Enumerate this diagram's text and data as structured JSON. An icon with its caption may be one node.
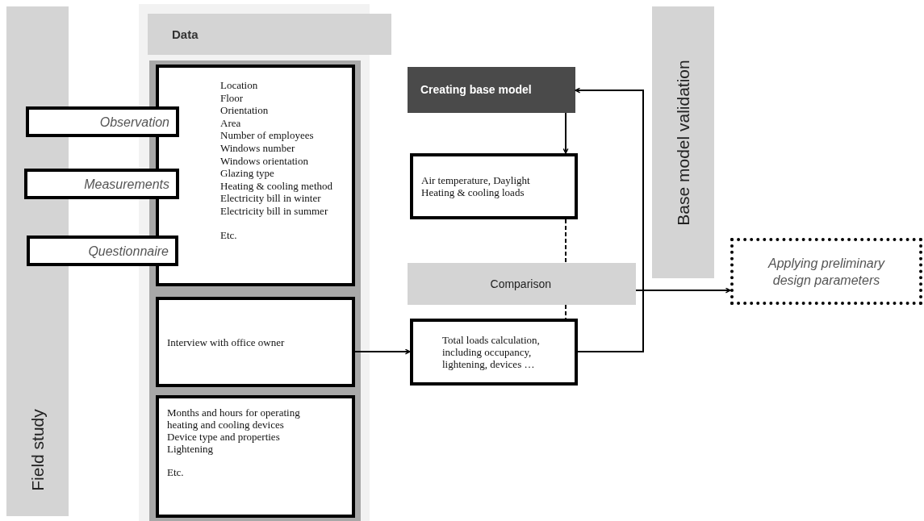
{
  "diagram": {
    "nodes": [
      {
        "text": [
          "Field study"
        ]
      },
      {
        "text": [
          "Data"
        ]
      },
      {
        "text": [
          "Location",
          "Floor",
          "Orientation",
          "Area",
          "Number of employees",
          "Windows number",
          "Windows orientation",
          "Glazing type",
          "Heating & cooling method",
          "Electricity bill in winter",
          "Electricity bill in summer",
          "Etc."
        ]
      },
      {
        "text": [
          "Observation"
        ]
      },
      {
        "text": [
          "Measurements"
        ]
      },
      {
        "text": [
          "Questionnaire"
        ]
      },
      {
        "text": [
          "Interview with office owner"
        ]
      },
      {
        "text": [
          "Months and hours for operating heating and cooling devices",
          "Device type and properties",
          "Lightening",
          "Etc."
        ]
      },
      {
        "text": [
          "Creating base model"
        ]
      },
      {
        "text": [
          "Air temperature, Daylight",
          "Heating & cooling loads"
        ]
      },
      {
        "text": [
          "Comparison"
        ]
      },
      {
        "text": [
          "Total loads calculation, including occupancy, lightening, devices …"
        ]
      },
      {
        "text": [
          "Base model validation"
        ]
      },
      {
        "text": [
          "Applying preliminary design parameters"
        ]
      }
    ],
    "edges": [
      {
        "from": 6,
        "to": 11,
        "arrow": "to"
      },
      {
        "from": 8,
        "to": 9,
        "arrow": "to"
      },
      {
        "from": 11,
        "to": 8,
        "arrow": "to"
      },
      {
        "from": 9,
        "to": 10,
        "arrow": "none",
        "style": "dashed"
      },
      {
        "from": 10,
        "to": 11,
        "arrow": "none",
        "style": "dashed"
      },
      {
        "from": 10,
        "to": 13,
        "arrow": "to"
      }
    ]
  }
}
